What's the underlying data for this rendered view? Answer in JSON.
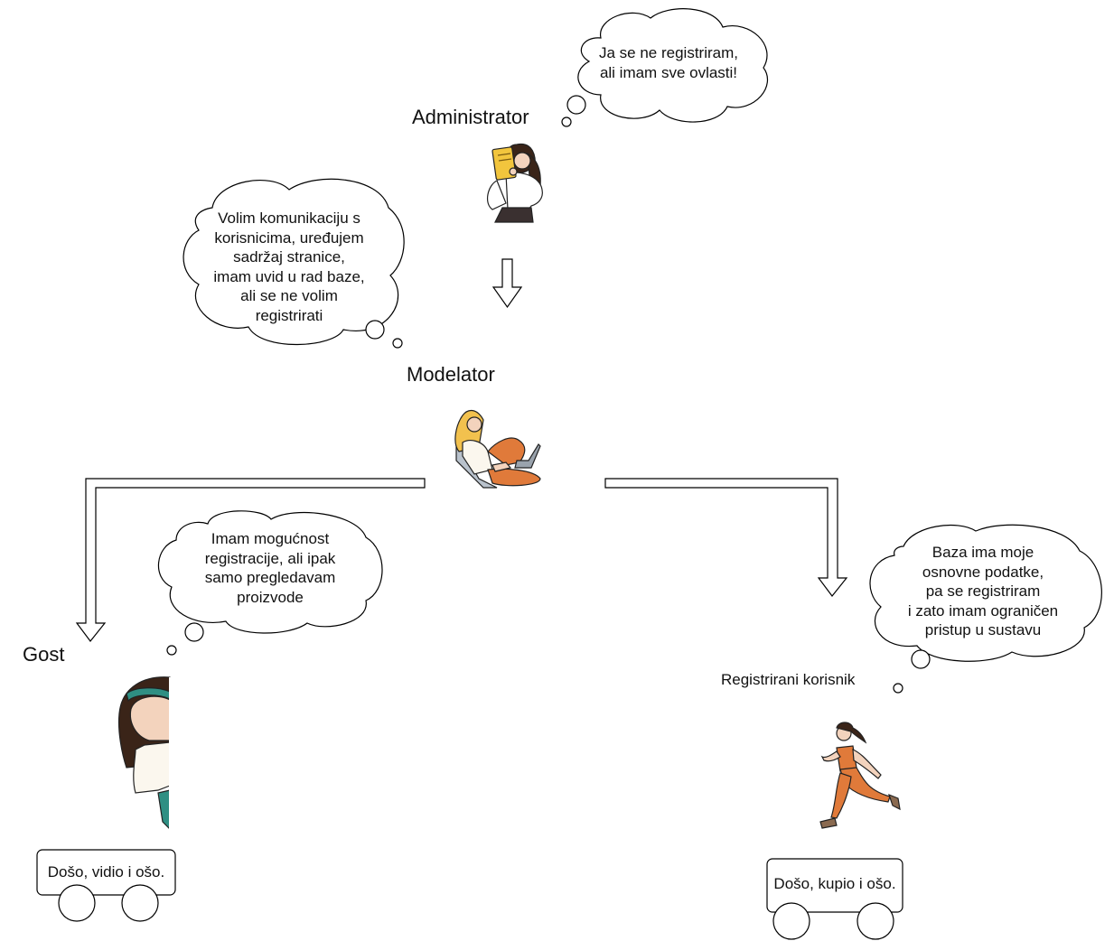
{
  "roles": {
    "administrator": "Administrator",
    "modelator": "Modelator",
    "guest": "Gost",
    "registered_user": "Registrirani korisnik"
  },
  "thoughts": {
    "administrator": "Ja se ne registriram,\nali imam sve ovlasti!",
    "modelator": "Volim komunikaciju s\nkorisnicima, uređujem\nsadržaj stranice,\nimam uvid u rad baze,\nali se ne volim\nregistrirati",
    "guest": "Imam mogućnost\nregistracije, ali ipak\nsamo pregledavam\nproizvode",
    "registered_user": "Baza ima moje\nosnovne podatke,\npa se registriram\ni zato imam ograničen\npristup u sustavu"
  },
  "carts": {
    "guest": "Došo, vidio i ošo.",
    "registered_user": "Došo, kupio i ošo."
  },
  "colors": {
    "stroke": "#000000",
    "skin": "#f3d3bd",
    "hair_dark": "#3a2418",
    "hair_blonde": "#f2c14e",
    "orange": "#e07a3a",
    "book_yellow": "#f2c53d",
    "teal": "#2f8f83"
  }
}
